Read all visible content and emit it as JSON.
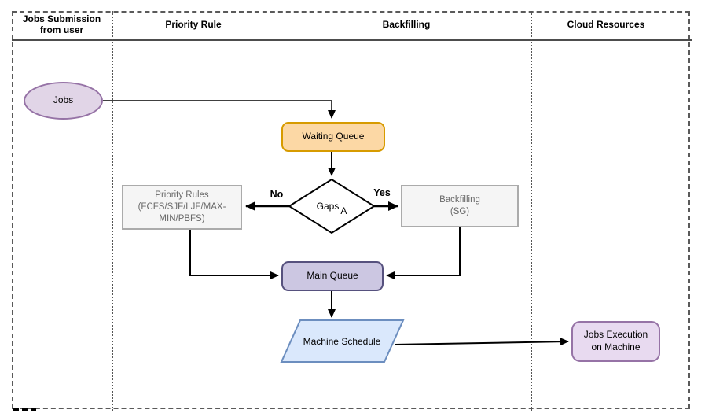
{
  "colors": {
    "purple_fill": "#E1D5E7",
    "purple_stroke": "#9673A6",
    "orange_fill": "#FCD8A5",
    "orange_stroke": "#D79B00",
    "lavender_fill": "#CCC7E2",
    "lavender_stroke": "#56517E",
    "blue_fill": "#DAE8FC",
    "blue_stroke": "#6C8EBF",
    "gray_fill": "#F5F5F5",
    "gray_stroke": "#ABABAB",
    "gray_text": "#696969",
    "line_color": "#000000",
    "border_color": "#5A5A5A"
  },
  "lanes": [
    {
      "label": "Jobs Submission\nfrom user"
    },
    {
      "label": "Priority Rule"
    },
    {
      "label": "Backfilling"
    },
    {
      "label": "Cloud Resources"
    }
  ],
  "nodes": {
    "jobs": {
      "label": "Jobs",
      "shape": "ellipse"
    },
    "waiting_queue": {
      "label": "Waiting Queue",
      "shape": "rounded-rect"
    },
    "gaps_decision": {
      "label": "Gaps",
      "subscript": "A",
      "shape": "diamond"
    },
    "priority_rules": {
      "label": "Priority Rules\n(FCFS/SJF/LJF/MAX-\nMIN/PBFS)",
      "shape": "rect"
    },
    "backfilling_sg": {
      "label": "Backfilling\n(SG)",
      "shape": "rect"
    },
    "main_queue": {
      "label": "Main Queue",
      "shape": "rounded-rect"
    },
    "machine_schedule": {
      "label": "Machine Schedule",
      "shape": "parallelogram"
    },
    "jobs_execution": {
      "label": "Jobs Execution\non Machine",
      "shape": "rounded-rect"
    }
  },
  "edge_labels": {
    "no": "No",
    "yes": "Yes"
  }
}
